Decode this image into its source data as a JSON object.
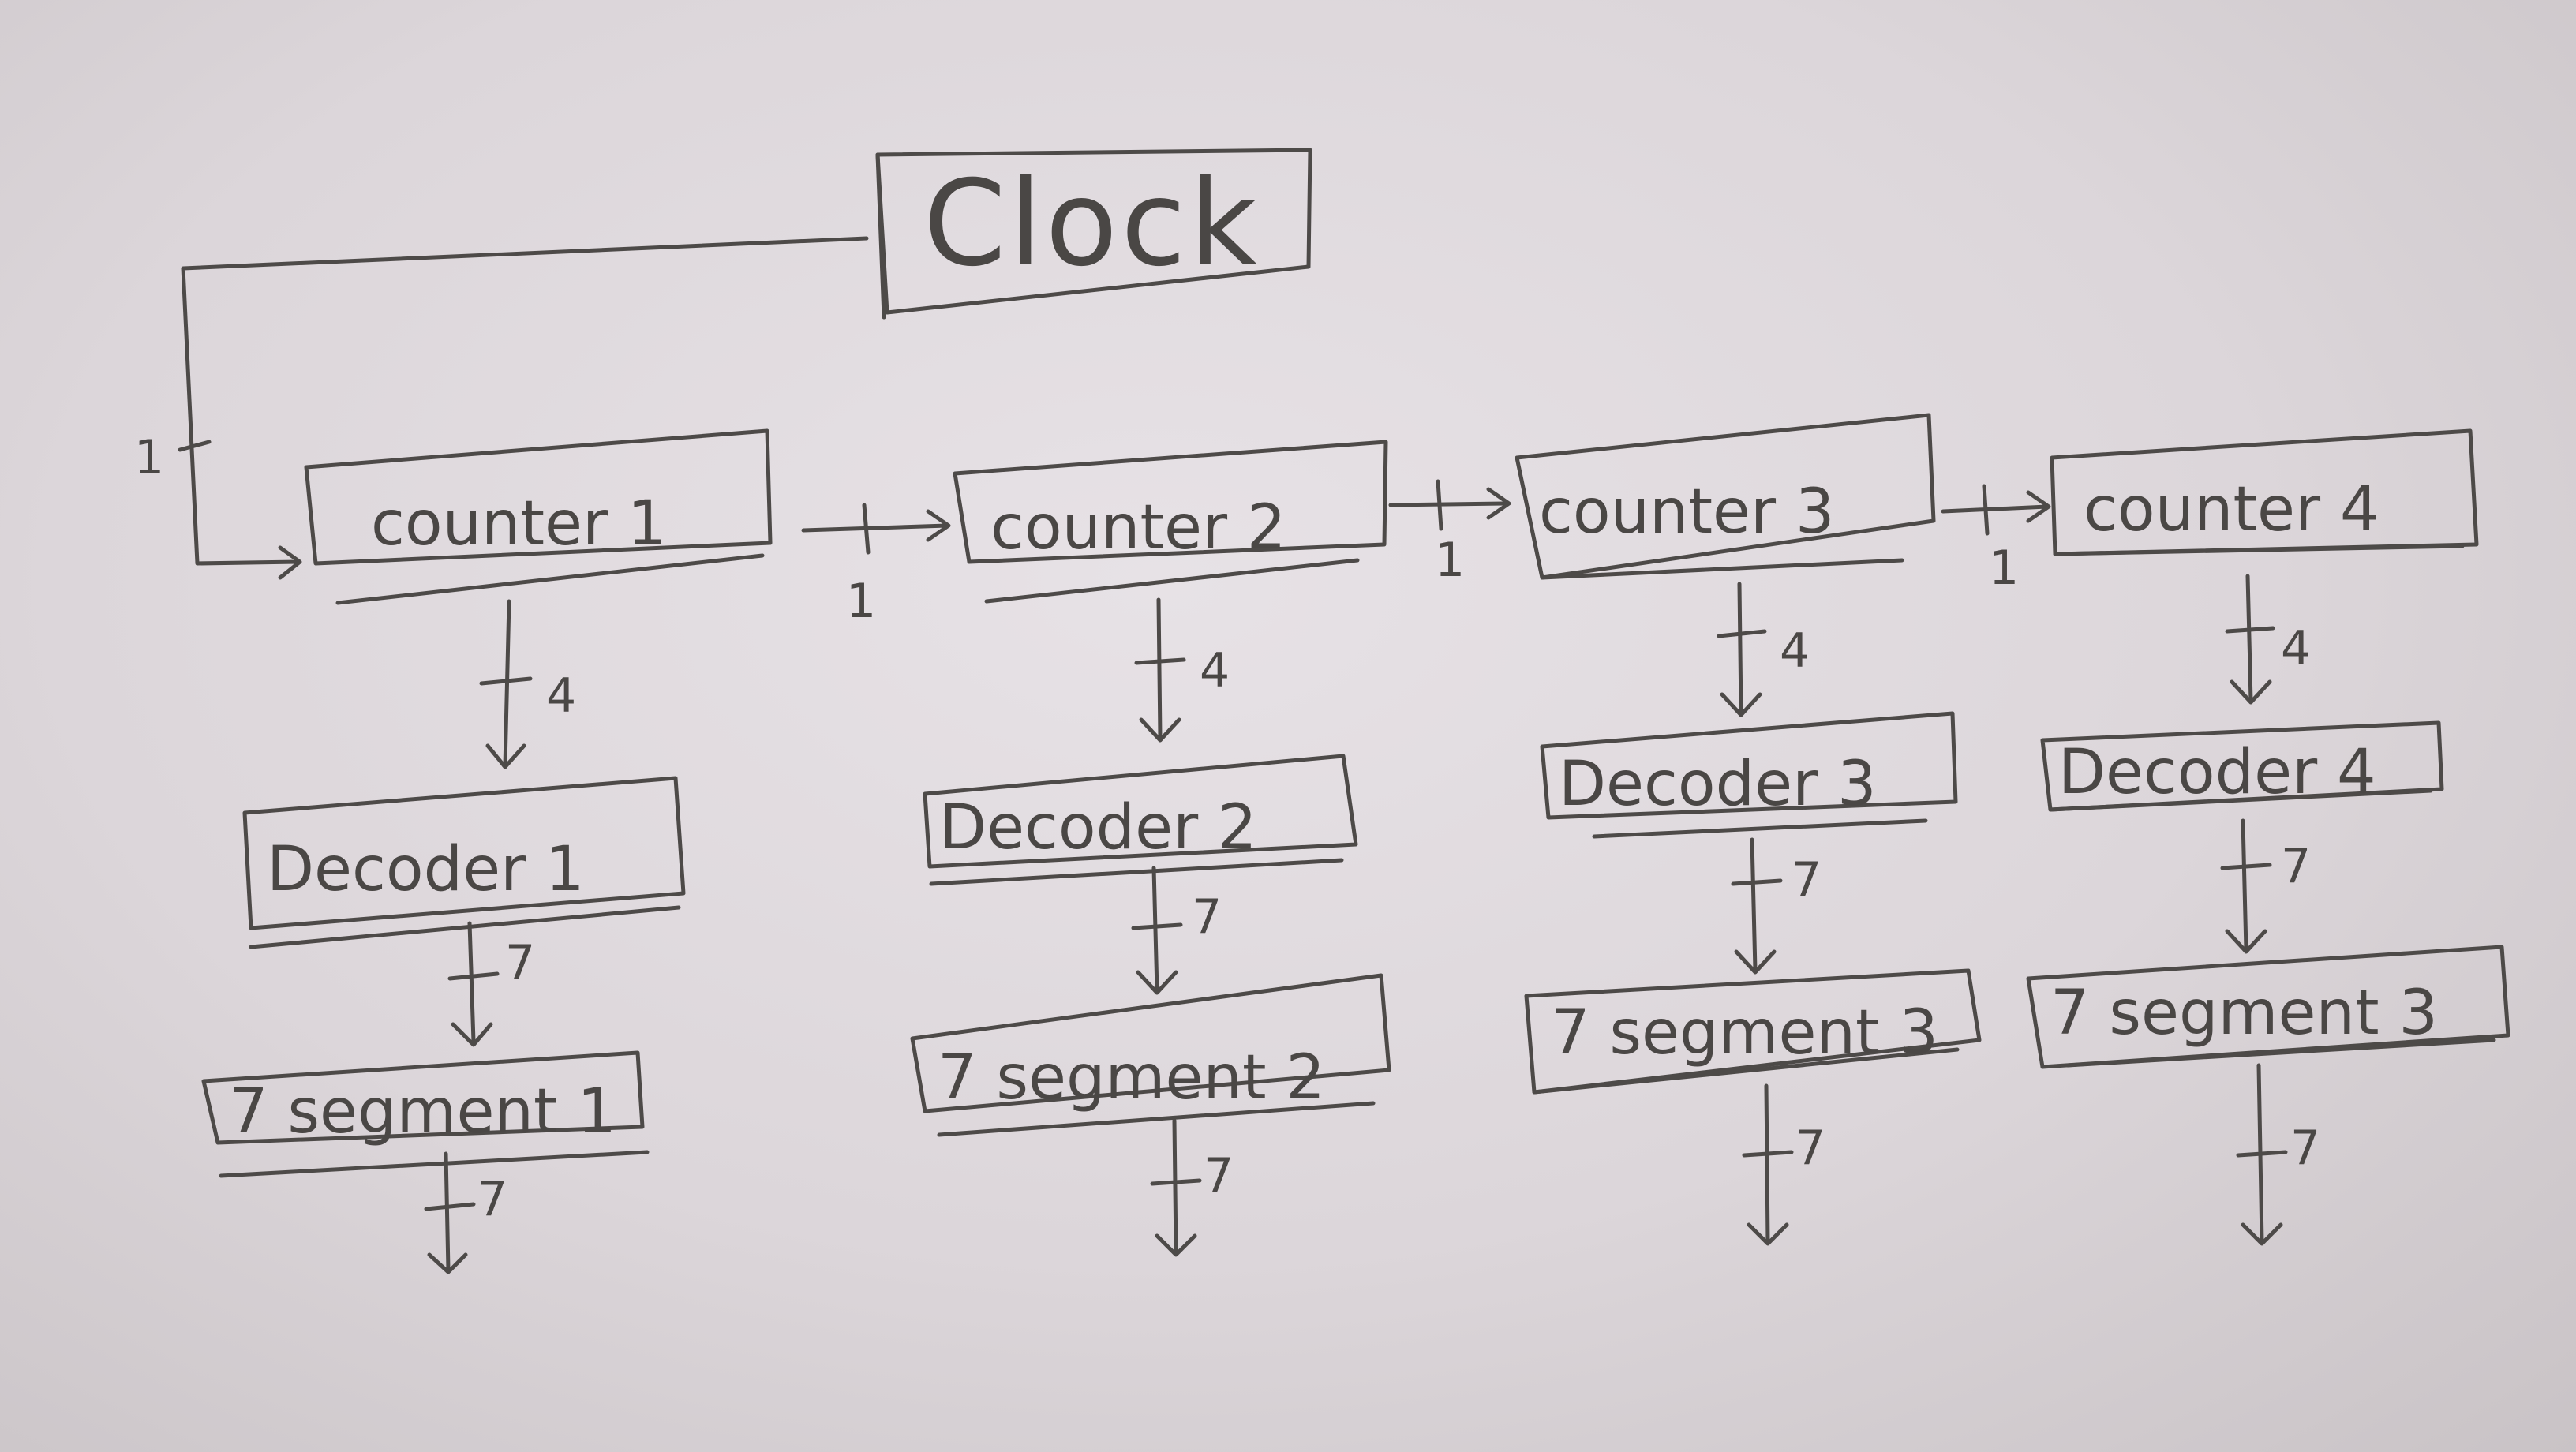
{
  "diagram": {
    "clock_label": "Clock",
    "columns": [
      {
        "counter": "counter 1",
        "decoder": "Decoder 1",
        "segment": "7 segment 1",
        "bus_counter_to_decoder": "4",
        "bus_decoder_to_segment": "7",
        "bus_segment_output": "7"
      },
      {
        "counter": "counter 2",
        "decoder": "Decoder 2",
        "segment": "7 segment 2",
        "bus_counter_to_decoder": "4",
        "bus_decoder_to_segment": "7",
        "bus_segment_output": "7"
      },
      {
        "counter": "counter 3",
        "decoder": "Decoder 3",
        "segment": "7 segment 3",
        "bus_counter_to_decoder": "4",
        "bus_decoder_to_segment": "7",
        "bus_segment_output": "7"
      },
      {
        "counter": "counter 4",
        "decoder": "Decoder 4",
        "segment": "7 segment 3",
        "bus_counter_to_decoder": "4",
        "bus_decoder_to_segment": "7",
        "bus_segment_output": "7"
      }
    ],
    "clock_bus_width": "1",
    "carry_bus_widths": [
      "1",
      "1",
      "1"
    ]
  }
}
